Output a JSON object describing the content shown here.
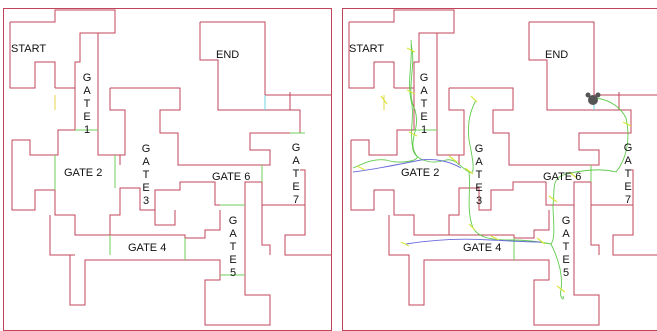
{
  "labels": {
    "start": "START",
    "end": "END",
    "gate1": [
      "G",
      "A",
      "T",
      "E",
      "1"
    ],
    "gate2": "GATE 2",
    "gate3": [
      "G",
      "A",
      "T",
      "E",
      "3"
    ],
    "gate4": "GATE 4",
    "gate5": [
      "G",
      "A",
      "T",
      "E",
      "5"
    ],
    "gate6": "GATE 6",
    "gate7": [
      "G",
      "A",
      "T",
      "E",
      "7"
    ]
  },
  "colors": {
    "wall": "#c0455a",
    "gate_line": "#6fcf5a",
    "trail_primary": "#4fc43a",
    "trail_secondary": "#5a5ad8",
    "animal": "#555555"
  },
  "panels": [
    {
      "id": "maze-empty",
      "shows_trajectory": false
    },
    {
      "id": "maze-with-trajectory",
      "shows_trajectory": true
    }
  ]
}
